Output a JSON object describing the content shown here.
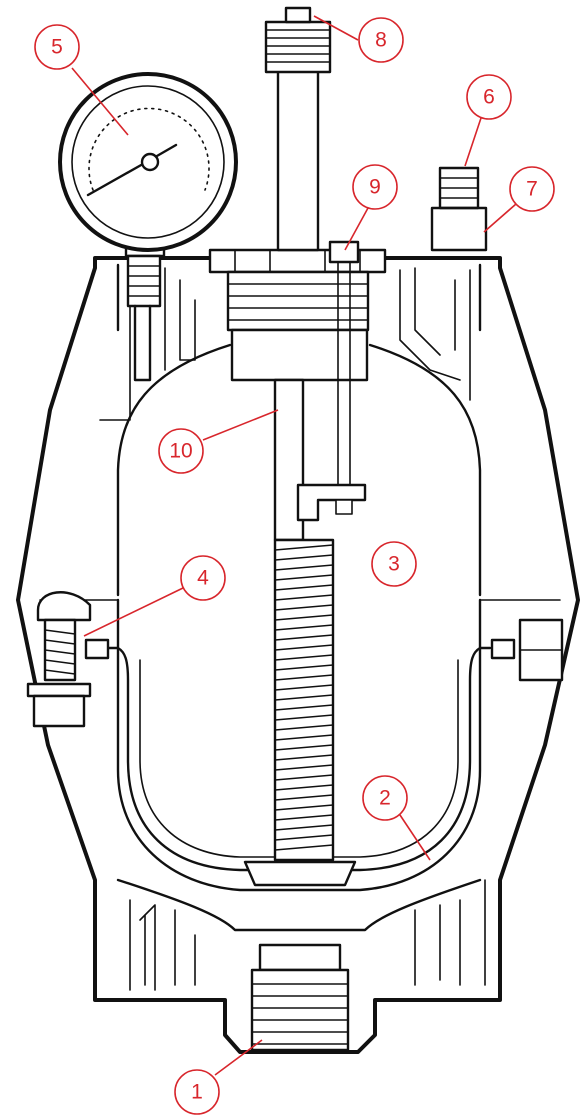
{
  "colors": {
    "ink": "#111111",
    "callout": "#d8262c",
    "background": "#ffffff"
  },
  "callouts": [
    {
      "id": "c1",
      "label": "1"
    },
    {
      "id": "c2",
      "label": "2"
    },
    {
      "id": "c3",
      "label": "3"
    },
    {
      "id": "c4",
      "label": "4"
    },
    {
      "id": "c5",
      "label": "5"
    },
    {
      "id": "c6",
      "label": "6"
    },
    {
      "id": "c7",
      "label": "7"
    },
    {
      "id": "c8",
      "label": "8"
    },
    {
      "id": "c9",
      "label": "9"
    },
    {
      "id": "c10",
      "label": "10"
    }
  ]
}
